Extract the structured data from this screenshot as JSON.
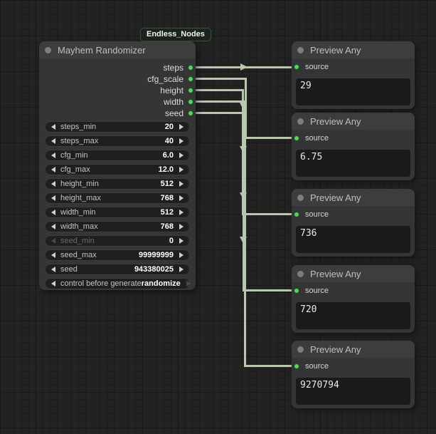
{
  "badge": {
    "label": "Endless_Nodes"
  },
  "colors": {
    "canvas_bg": "#232323",
    "node_bg": "#353535",
    "node_title_bg": "#3d3d3d",
    "slot_dot_green": "#55d45a",
    "link_green": "#b6c8ae",
    "widget_bg": "#1f1f1f",
    "badge_bg": "#1b241b",
    "value_box_bg": "#1a1a1a"
  },
  "randomizer": {
    "title": "Mayhem Randomizer",
    "outputs": [
      {
        "label": "steps"
      },
      {
        "label": "cfg_scale"
      },
      {
        "label": "height"
      },
      {
        "label": "width"
      },
      {
        "label": "seed"
      }
    ],
    "widgets": [
      {
        "label": "steps_min",
        "value": "20"
      },
      {
        "label": "steps_max",
        "value": "40"
      },
      {
        "label": "cfg_min",
        "value": "6.0"
      },
      {
        "label": "cfg_max",
        "value": "12.0"
      },
      {
        "label": "height_min",
        "value": "512"
      },
      {
        "label": "height_max",
        "value": "768"
      },
      {
        "label": "width_min",
        "value": "512"
      },
      {
        "label": "width_max",
        "value": "768"
      },
      {
        "label": "seed_min",
        "value": "0"
      },
      {
        "label": "seed_max",
        "value": "99999999"
      },
      {
        "label": "seed",
        "value": "943380025"
      },
      {
        "label": "control before generate",
        "value": "randomize"
      }
    ]
  },
  "previews": [
    {
      "title": "Preview Any",
      "input_label": "source",
      "value": "29"
    },
    {
      "title": "Preview Any",
      "input_label": "source",
      "value": "6.75"
    },
    {
      "title": "Preview Any",
      "input_label": "source",
      "value": "736"
    },
    {
      "title": "Preview Any",
      "input_label": "source",
      "value": "720"
    },
    {
      "title": "Preview Any",
      "input_label": "source",
      "value": "9270794"
    }
  ],
  "icons": {
    "decrement": "left-triangle",
    "increment": "right-triangle",
    "collapse_dot": "circle",
    "slot": "green-dot",
    "link_arrow": "triangle"
  }
}
